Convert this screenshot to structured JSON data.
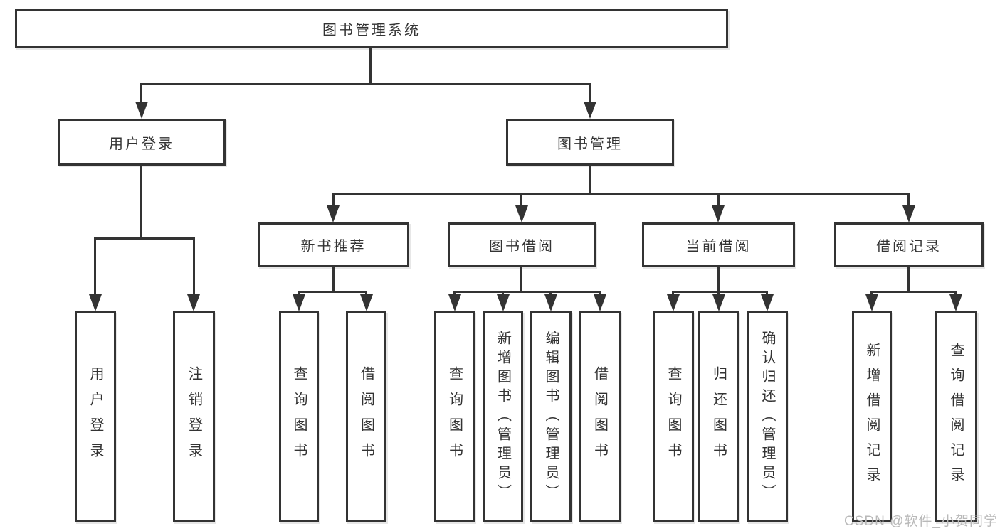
{
  "diagram": {
    "title": "图书管理系统",
    "root": {
      "label": "图书管理系统"
    },
    "level2": [
      {
        "label": "用户登录"
      },
      {
        "label": "图书管理"
      }
    ],
    "level3": [
      {
        "label": "新书推荐"
      },
      {
        "label": "图书借阅"
      },
      {
        "label": "当前借阅"
      },
      {
        "label": "借阅记录"
      }
    ],
    "leaves": {
      "g1": [
        {
          "label": "用户登录"
        },
        {
          "label": "注销登录"
        }
      ],
      "g2": [
        {
          "label": "查询图书"
        },
        {
          "label": "借阅图书"
        }
      ],
      "g3": [
        {
          "label": "查询图书"
        },
        {
          "label": "新增图书（管理员）"
        },
        {
          "label": "编辑图书（管理员）"
        },
        {
          "label": "借阅图书"
        }
      ],
      "g4": [
        {
          "label": "查询图书"
        },
        {
          "label": "归还图书"
        },
        {
          "label": "确认归还（管理员）"
        }
      ],
      "g5": [
        {
          "label": "新增借阅记录"
        },
        {
          "label": "查询借阅记录"
        }
      ]
    }
  },
  "watermark": {
    "text": "CSDN @软件_小贺同学"
  },
  "colors": {
    "line": "#333333",
    "text": "#333333",
    "background": "#ffffff",
    "watermark": "#b9b9b9"
  }
}
